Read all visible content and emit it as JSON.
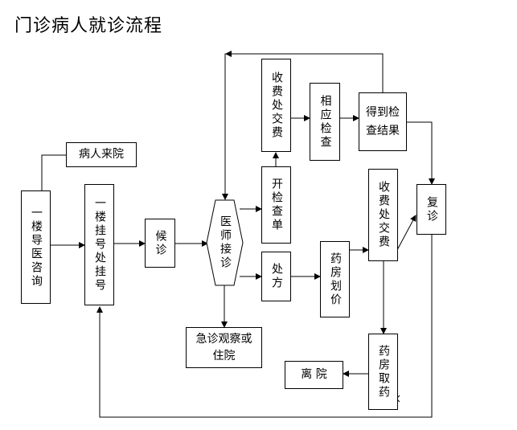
{
  "title": "门诊病人就诊流程",
  "nodes": {
    "patient_arrival": "病人来院",
    "first_floor_consult": "一楼导医咨询",
    "first_floor_registration": "一楼挂号处挂号",
    "waiting": "候诊",
    "doctor_consult": "医师接诊",
    "emergency_observe": "急诊观察或住院",
    "prescribe_exam": "开检查单",
    "pay_exam": "收费处交费",
    "do_exam": "相应检查",
    "get_results": "得到检查结果",
    "prescription": "处方",
    "pharmacy_price": "药房划价",
    "pay_medicine": "收费处交费",
    "revisit": "复诊",
    "pharmacy_pickup": "药房取药",
    "leave": "离 院"
  }
}
